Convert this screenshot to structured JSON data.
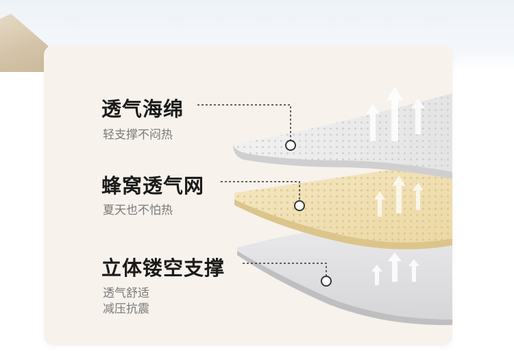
{
  "features": [
    {
      "title": "透气海绵",
      "subtitle": [
        "轻支撑不闷热"
      ]
    },
    {
      "title": "蜂窝透气网",
      "subtitle": [
        "夏天也不怕热"
      ]
    },
    {
      "title": "立体镂空支撑",
      "subtitle": [
        "透气舒适",
        "减压抗震"
      ]
    }
  ],
  "colors": {
    "card": "#f7f2ec",
    "sponge_layer": "#ececec",
    "mesh_layer": "#f2e2b8",
    "support_layer": "#e2e2e4",
    "title_text": "#1a1a1a",
    "sub_text": "#7a7a7a"
  }
}
